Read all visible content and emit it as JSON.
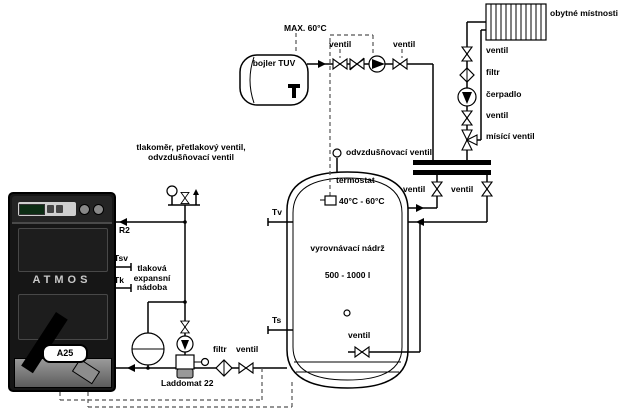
{
  "labels": {
    "max_temp": "MAX. 60°C",
    "ventil": "ventil",
    "bojler_tuv": "bojler TUV",
    "obytne_mistnosti": "obytné místnosti",
    "filtr": "filtr",
    "cerpadlo": "čerpadlo",
    "misici_ventil": "mísící ventil",
    "odvzdusnovaci_ventil": "odvzdušňovací ventil",
    "termostat": "termostat",
    "temp_range": "40°C - 60°C",
    "vyrovnavaci_nadrz": "vyrovnávací nádrž",
    "objem": "500 - 1000 l",
    "tlakomer_note": "tlakoměr, přetlakový ventil,\nodvzdušňovací ventil",
    "tlakova_nadoba": "tlaková\nexpansní\nnádoba",
    "laddomat": "Laddomat 22",
    "r2": "R2",
    "tsv": "Tsv",
    "tk": "Tk",
    "tv": "Tv",
    "ts": "Ts",
    "atmos": "ATMOS",
    "a25": "A25"
  },
  "colors": {
    "line": "#000000",
    "dashed_line": "#555555",
    "boiler_body": "#161616",
    "background": "#ffffff"
  }
}
